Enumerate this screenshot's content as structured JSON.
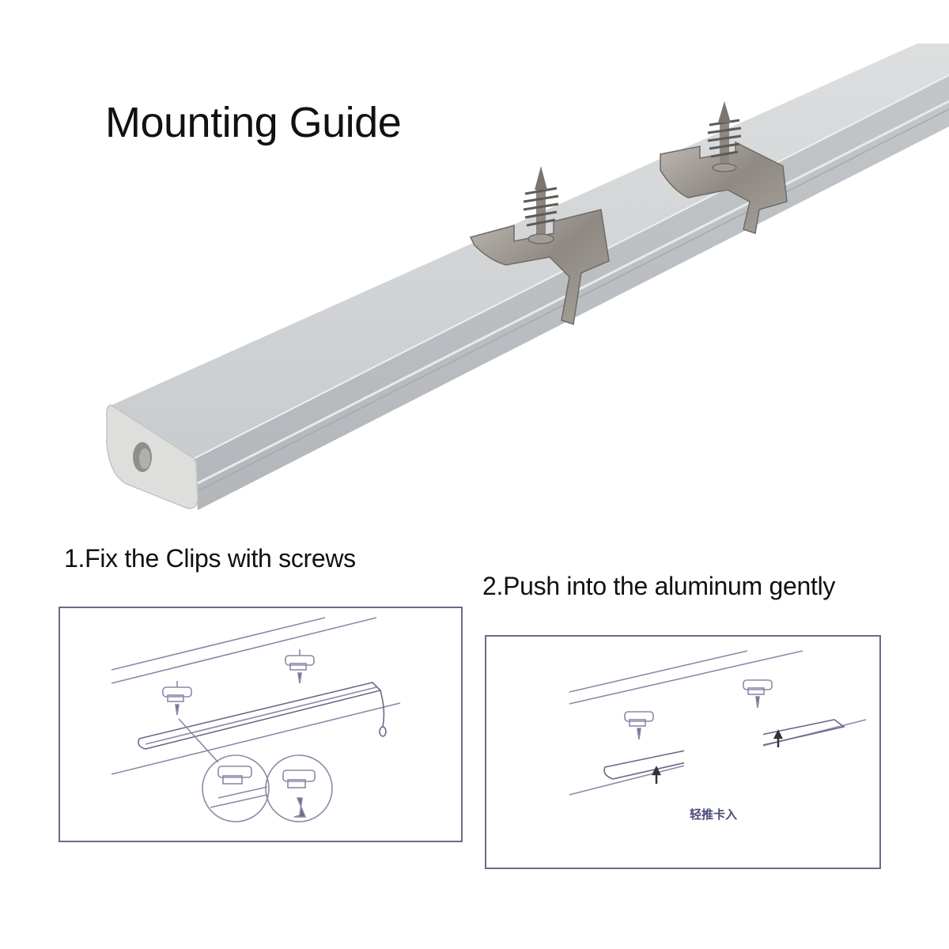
{
  "header": {
    "title": "Mounting Guide"
  },
  "product_photo": {
    "subject": "aluminum LED profile channel with end cap and two mounting clips with screws",
    "colors": {
      "aluminum": "#d2d4d6",
      "aluminum_shadow": "#b9bcbf",
      "end_cap": "#dededc",
      "clip_steel": "#9a948e"
    }
  },
  "steps": [
    {
      "label": "1.Fix the Clips with screws",
      "diagram": "clips screwed to surface above LED profile, with two magnified detail circles"
    },
    {
      "label": "2.Push into the aluminum gently",
      "diagram": "LED profile pushed upward into mounted clips",
      "caption_cn": "轻推卡入"
    }
  ],
  "colors": {
    "frame_border": "#6a6a8a",
    "line_art": "#8a8aa6",
    "text": "#111111"
  }
}
